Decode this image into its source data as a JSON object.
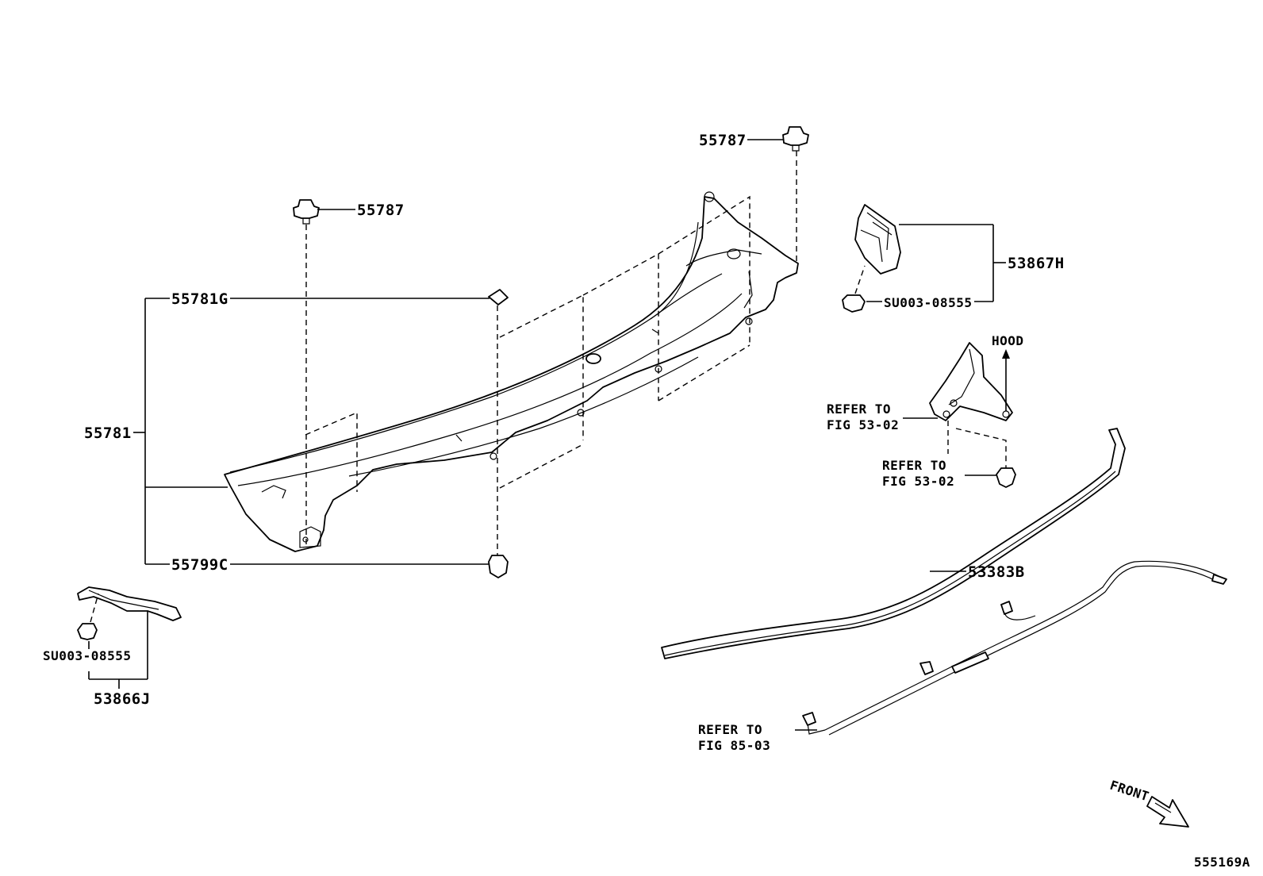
{
  "diagram_id": "555169A",
  "parts": {
    "clip_top_right": "55787",
    "clip_top_left": "55787",
    "louver_sub_assy": "55781",
    "seal_piece": "55781G",
    "retainer": "55799C",
    "extension_right": "53867H",
    "extension_right_clip": "SU003-08555",
    "extension_left_clip": "SU003-08555",
    "extension_left": "53866J",
    "hood_seal": "53383B"
  },
  "references": {
    "hood": "HOOD",
    "refer_a_line1": "REFER TO",
    "refer_a_line2": "FIG 53-02",
    "refer_b_line1": "REFER TO",
    "refer_b_line2": "FIG 53-02",
    "refer_c_line1": "REFER TO",
    "refer_c_line2": "FIG 85-03"
  },
  "orientation": {
    "front": "FRONT"
  }
}
